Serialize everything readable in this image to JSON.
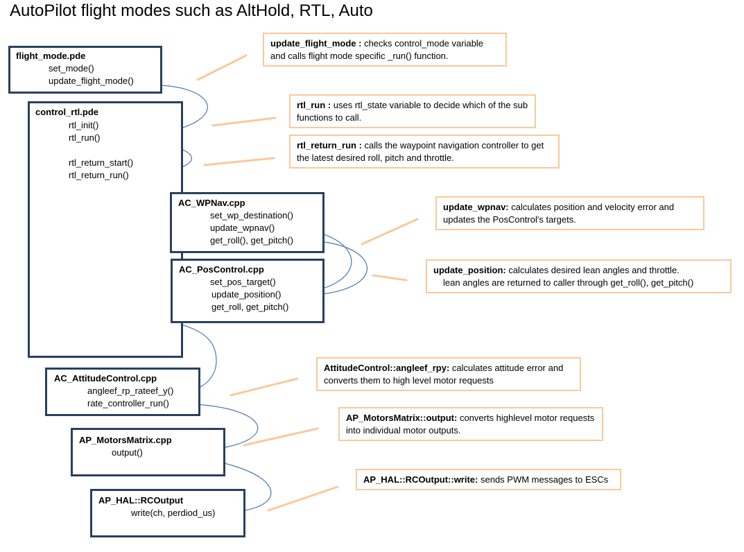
{
  "title": "AutoPilot flight modes such as AltHold, RTL, Auto",
  "boxes": {
    "flight_mode": {
      "name": "flight_mode.pde",
      "lines": [
        "set_mode()",
        "update_flight_mode()"
      ]
    },
    "control_rtl": {
      "name": "control_rtl.pde",
      "lines": [
        "rtl_init()",
        "rtl_run()",
        "rtl_return_start()",
        "rtl_return_run()"
      ]
    },
    "wpnav": {
      "name": "AC_WPNav.cpp",
      "lines": [
        "set_wp_destination()",
        "update_wpnav()",
        "get_roll(), get_pitch()"
      ]
    },
    "poscontrol": {
      "name": "AC_PosControl.cpp",
      "lines": [
        "set_pos_target()",
        "update_position()",
        "get_roll, get_pitch()"
      ]
    },
    "attitude": {
      "name": "AC_AttitudeControl.cpp",
      "lines": [
        "angleef_rp_rateef_y()",
        "rate_controller_run()"
      ]
    },
    "motors": {
      "name": "AP_MotorsMatrix.cpp",
      "lines": [
        "output()"
      ]
    },
    "rcoutput": {
      "name": "AP_HAL::RCOutput",
      "lines": [
        "write(ch, perdiod_us)"
      ]
    }
  },
  "notes": [
    {
      "key": "update_flight_mode :",
      "text": " checks control_mode variable and calls flight mode specific _run() function."
    },
    {
      "key": "rtl_run :",
      "text": " uses rtl_state variable to decide which of the sub functions to call."
    },
    {
      "key": "rtl_return_run :",
      "text": " calls the waypoint navigation controller to get the latest desired roll, pitch and throttle."
    },
    {
      "key": "update_wpnav:",
      "text": " calculates position and velocity error and updates the PosControl's targets."
    },
    {
      "key": "update_position:",
      "text": " calculates desired lean angles and throttle.",
      "text2": "lean angles are returned to caller through get_roll(), get_pitch()"
    },
    {
      "key": "AttitudeControl::angleef_rpy:",
      "text": " calculates attitude error and converts them to high level motor requests"
    },
    {
      "key": "AP_MotorsMatrix::output:",
      "text": " converts highlevel motor requests into individual motor outputs."
    },
    {
      "key": "AP_HAL::RCOutput::write:",
      "text": " sends PWM messages to ESCs"
    }
  ],
  "colors": {
    "box_border": "#27405f",
    "note_border": "#f9c99b",
    "pointer_line": "#f9c99b",
    "flow_arrow": "#4a78b4"
  }
}
